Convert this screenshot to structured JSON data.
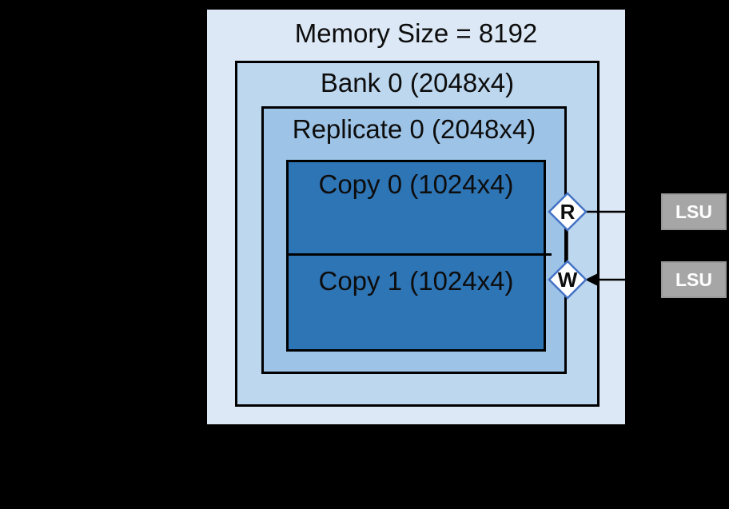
{
  "canvas": {
    "background": "#000000"
  },
  "diagram": {
    "memory": {
      "label": "Memory Size = 8192",
      "fill": "#dce8f5"
    },
    "bank": {
      "label": "Bank 0 (2048x4)",
      "fill": "#bdd7ee"
    },
    "replicate": {
      "label": "Replicate 0 (2048x4)",
      "fill": "#9dc3e6"
    },
    "copies": [
      {
        "label": "Copy 0 (1024x4)"
      },
      {
        "label": "Copy 1 (1024x4)"
      }
    ],
    "copy_fill": "#2e75b6",
    "border_color": "#000000",
    "ports": {
      "read_label": "R",
      "write_label": "W",
      "diamond_fill": "#ffffff",
      "diamond_border": "#4472c4",
      "connector_color": "#000000"
    },
    "lsu_units": [
      {
        "label": "LSU"
      },
      {
        "label": "LSU"
      }
    ],
    "lsu_fill": "#a6a6a6",
    "lsu_text_color": "#ffffff"
  }
}
